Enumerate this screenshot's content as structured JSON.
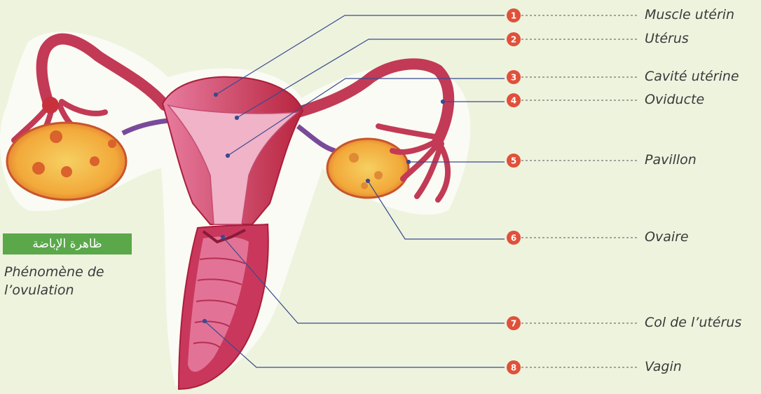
{
  "badge": {
    "text": "ظاهرة الإباضة",
    "color": "#5aa84a"
  },
  "caption": {
    "line1": "Phénomène de",
    "line2": "l’ovulation"
  },
  "colors": {
    "background": "#eef3de",
    "marker": "#e0503a",
    "leader_line": "#3b4a8f",
    "tissue_light": "#e79bb8",
    "tissue_dark": "#c4375a",
    "ovary": "#f2b33c"
  },
  "labels": [
    {
      "num": "1",
      "text": "Muscle utérin"
    },
    {
      "num": "2",
      "text": "Utérus"
    },
    {
      "num": "3",
      "text": "Cavité utérine"
    },
    {
      "num": "4",
      "text": "Oviducte"
    },
    {
      "num": "5",
      "text": "Pavillon"
    },
    {
      "num": "6",
      "text": "Ovaire"
    },
    {
      "num": "7",
      "text": "Col de l’utérus"
    },
    {
      "num": "8",
      "text": "Vagin"
    }
  ]
}
